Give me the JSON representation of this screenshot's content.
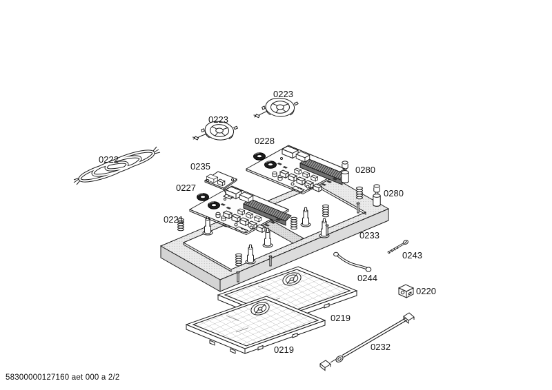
{
  "diagram": {
    "kind": "exploded-parts-diagram",
    "footer_code": "58300000127160 aet 000 a 2/2",
    "callouts": {
      "cable": "0222",
      "fan_upper": "0223",
      "fan_lower": "0223",
      "board_right": "0228",
      "filter_board": "0235",
      "board_left": "0227",
      "frame": "0221",
      "frame_edge": "0233",
      "screw_upper": "0280",
      "screw_lower": "0280",
      "screw_long": "0243",
      "wire_link": "0244",
      "terminal_block": "0220",
      "tray_right": "0219",
      "tray_left": "0219",
      "rod": "0232"
    },
    "colors": {
      "line": "#1a1a1a",
      "frame_fill": "#ebebeb",
      "frame_side_fill": "#dcdcdc",
      "heatsink_fill": "#9a9a9a",
      "toroid_fill": "#1c1c1c",
      "background": "#ffffff"
    }
  }
}
